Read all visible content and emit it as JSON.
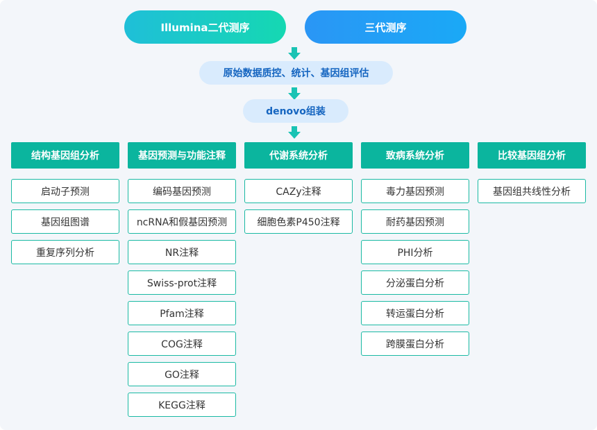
{
  "top": {
    "illumina_label": "Illumina二代测序",
    "third_gen_label": "三代测序"
  },
  "steps": {
    "qc_label": "原始数据质控、统计、基因组评估",
    "denovo_label": "denovo组装"
  },
  "colors": {
    "accent_green": "#0bb59e",
    "accent_blue": "#1565c0",
    "soft_blue": "#d9ebfd",
    "arrow": "#19c3b4"
  },
  "categories": [
    {
      "title": "结构基因组分析",
      "items": [
        "启动子预测",
        "基因组图谱",
        "重复序列分析"
      ]
    },
    {
      "title": "基因预测与功能注释",
      "items": [
        "编码基因预测",
        "ncRNA和假基因预测",
        "NR注释",
        "Swiss-prot注释",
        "Pfam注释",
        "COG注释",
        "GO注释",
        "KEGG注释"
      ]
    },
    {
      "title": "代谢系统分析",
      "items": [
        "CAZy注释",
        "细胞色素P450注释"
      ]
    },
    {
      "title": "致病系统分析",
      "items": [
        "毒力基因预测",
        "耐药基因预测",
        "PHI分析",
        "分泌蛋白分析",
        "转运蛋白分析",
        "跨膜蛋白分析"
      ]
    },
    {
      "title": "比较基因组分析",
      "items": [
        "基因组共线性分析"
      ]
    }
  ]
}
